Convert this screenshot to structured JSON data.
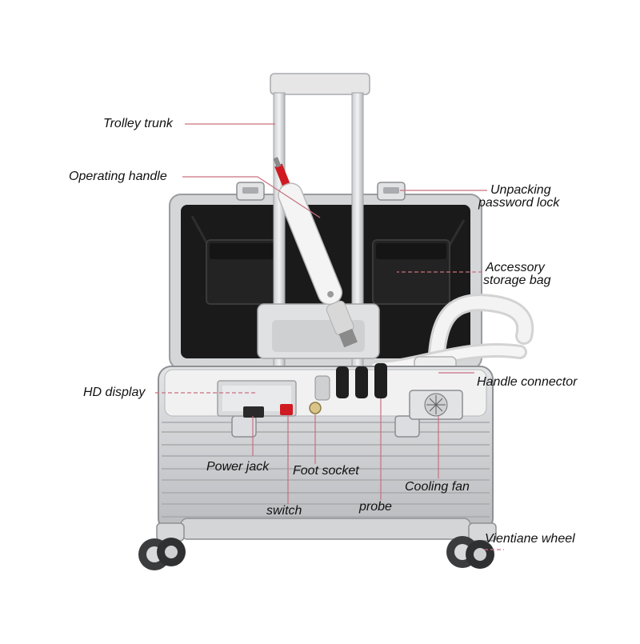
{
  "labels": {
    "trolley_trunk": "Trolley trunk",
    "operating_handle": "Operating handle",
    "unpacking_lock_1": "Unpacking",
    "unpacking_lock_2": "password lock",
    "accessory_bag_1": "Accessory",
    "accessory_bag_2": "storage bag",
    "handle_connector": "Handle connector",
    "hd_display": "HD display",
    "power_jack": "Power jack",
    "foot_socket": "Foot socket",
    "cooling_fan": "Cooling fan",
    "switch": "switch",
    "probe": "probe",
    "vientiane_wheel": "Vientiane wheel"
  },
  "colors": {
    "leader_line": "#c9707f",
    "case_silver": "#c8cacd",
    "case_dark": "#8e9094",
    "lining": "#1a1a1a",
    "handpiece_tip": "#d01a22"
  }
}
